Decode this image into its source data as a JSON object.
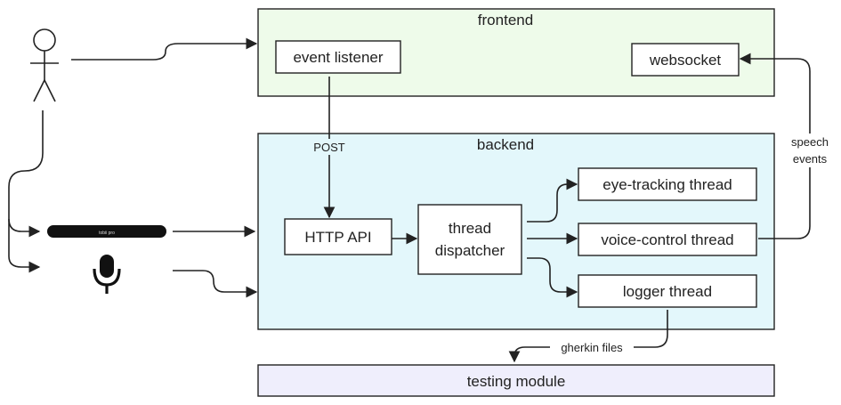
{
  "groups": {
    "frontend": "frontend",
    "backend": "backend"
  },
  "nodes": {
    "event_listener": "event listener",
    "websocket": "websocket",
    "http_api": "HTTP API",
    "thread_dispatcher_line1": "thread",
    "thread_dispatcher_line2": "dispatcher",
    "eye_tracking_thread": "eye-tracking thread",
    "voice_control_thread": "voice-control thread",
    "logger_thread": "logger thread",
    "testing_module": "testing module"
  },
  "edge_labels": {
    "post": "POST",
    "speech_line1": "speech",
    "speech_line2": "events",
    "gherkin_files": "gherkin files"
  },
  "device": {
    "brand": "tobii pro"
  },
  "icons": {
    "user": "user-stick-figure-icon",
    "eye_tracker": "eye-tracker-device-icon",
    "microphone": "microphone-icon"
  },
  "colors": {
    "frontend_fill": "#eefbea",
    "backend_fill": "#e3f7fb",
    "testing_fill": "#efeefc",
    "node_fill": "#ffffff",
    "stroke": "#222222"
  }
}
